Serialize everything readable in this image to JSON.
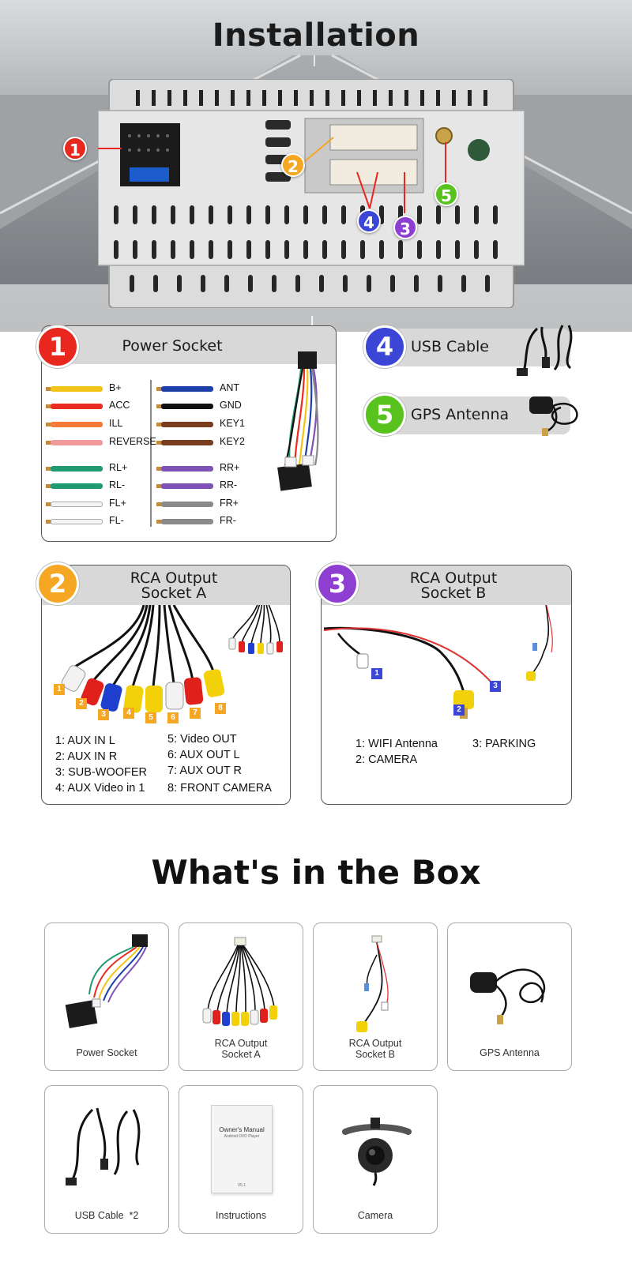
{
  "installation": {
    "title": "Installation",
    "markers": [
      "1",
      "2",
      "3",
      "4",
      "5"
    ]
  },
  "power_socket": {
    "number": "1",
    "title": "Power Socket",
    "left_wires": [
      {
        "label": "B+",
        "color": "#f2c418"
      },
      {
        "label": "ACC",
        "color": "#ea2b1f"
      },
      {
        "label": "ILL",
        "color": "#f47a35"
      },
      {
        "label": "REVERSE",
        "color": "#f29a9a"
      },
      {
        "label": "RL+",
        "color": "#1f9a73"
      },
      {
        "label": "RL-",
        "color": "#1f9a73"
      },
      {
        "label": "FL+",
        "color": "#f4f4f4"
      },
      {
        "label": "FL-",
        "color": "#f4f4f4"
      }
    ],
    "right_wires": [
      {
        "label": "ANT",
        "color": "#1f3fa8"
      },
      {
        "label": "GND",
        "color": "#111111"
      },
      {
        "label": "KEY1",
        "color": "#7a3c1e"
      },
      {
        "label": "KEY2",
        "color": "#7a3c1e"
      },
      {
        "label": "RR+",
        "color": "#7f52b8"
      },
      {
        "label": "RR-",
        "color": "#7f52b8"
      },
      {
        "label": "FR+",
        "color": "#8a8a8a"
      },
      {
        "label": "FR-",
        "color": "#8a8a8a"
      }
    ]
  },
  "usb_cable": {
    "number": "4",
    "title": "USB Cable"
  },
  "gps_antenna": {
    "number": "5",
    "title": "GPS Antenna"
  },
  "rca_a": {
    "number": "2",
    "title_line1": "RCA Output",
    "title_line2": "Socket A",
    "plug_tags": [
      "1",
      "2",
      "3",
      "4",
      "5",
      "6",
      "7",
      "8"
    ],
    "legend_left": [
      "1: AUX IN L",
      "2: AUX IN R",
      "3: SUB-WOOFER",
      "4: AUX Video in 1"
    ],
    "legend_right": [
      "5: Video OUT",
      "6: AUX OUT L",
      "7: AUX OUT R",
      "8: FRONT CAMERA"
    ]
  },
  "rca_b": {
    "number": "3",
    "title_line1": "RCA Output",
    "title_line2": "Socket B",
    "plug_tags": [
      "1",
      "2",
      "3"
    ],
    "legend_left": [
      "1: WIFI Antenna",
      "2: CAMERA"
    ],
    "legend_right": [
      "3: PARKING"
    ]
  },
  "box": {
    "title": "What's in the Box",
    "items": [
      {
        "line1": "Power Socket",
        "line2": ""
      },
      {
        "line1": "RCA Output",
        "line2": "Socket A"
      },
      {
        "line1": "RCA Output",
        "line2": "Socket B"
      },
      {
        "line1": "GPS Antenna",
        "line2": ""
      },
      {
        "line1": "USB Cable  *2",
        "line2": ""
      },
      {
        "line1": "Instructions",
        "line2": ""
      },
      {
        "line1": "Camera",
        "line2": ""
      }
    ],
    "manual_title": "Owner's Manual",
    "manual_subtitle": "Android DVD Player",
    "manual_version": "V5.1"
  },
  "colors": {
    "marker1": "#e8281e",
    "marker2": "#f5a623",
    "marker3": "#8e3fd1",
    "marker4": "#3b45d6",
    "marker5": "#58c21f"
  }
}
